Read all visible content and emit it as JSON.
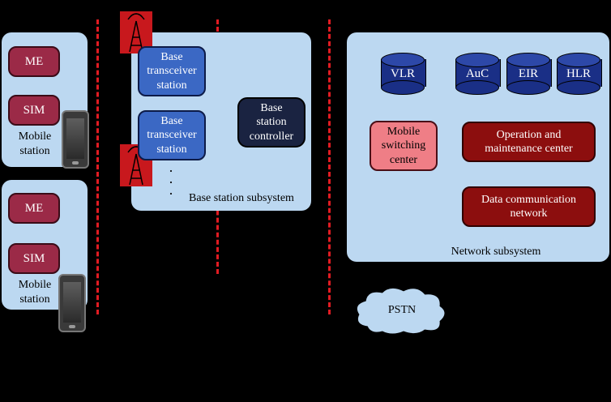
{
  "mobile_station_1": {
    "me": "ME",
    "sim": "SIM",
    "label": "Mobile\nstation"
  },
  "mobile_station_2": {
    "me": "ME",
    "sim": "SIM",
    "label": "Mobile\nstation"
  },
  "bss": {
    "bts_1": "Base\ntransceiver\nstation",
    "bts_2": "Base\ntransceiver\nstation",
    "bsc": "Base\nstation\ncontroller",
    "label": "Base station subsystem"
  },
  "nss": {
    "vlr": "VLR",
    "auc": "AuC",
    "eir": "EIR",
    "hlr": "HLR",
    "msc": "Mobile\nswitching\ncenter",
    "omc": "Operation and\nmaintenance center",
    "dcn": "Data communication\nnetwork",
    "label": "Network subsystem"
  },
  "pstn": "PSTN",
  "colors": {
    "panel": "#bcd8f1",
    "divider": "#e21b22",
    "maroon": "#9b2a47",
    "bts": "#3b68c4",
    "bsc": "#1a2341",
    "msc": "#ef7e86",
    "dark_red": "#8c0e0e",
    "database": "#1a2f86"
  }
}
